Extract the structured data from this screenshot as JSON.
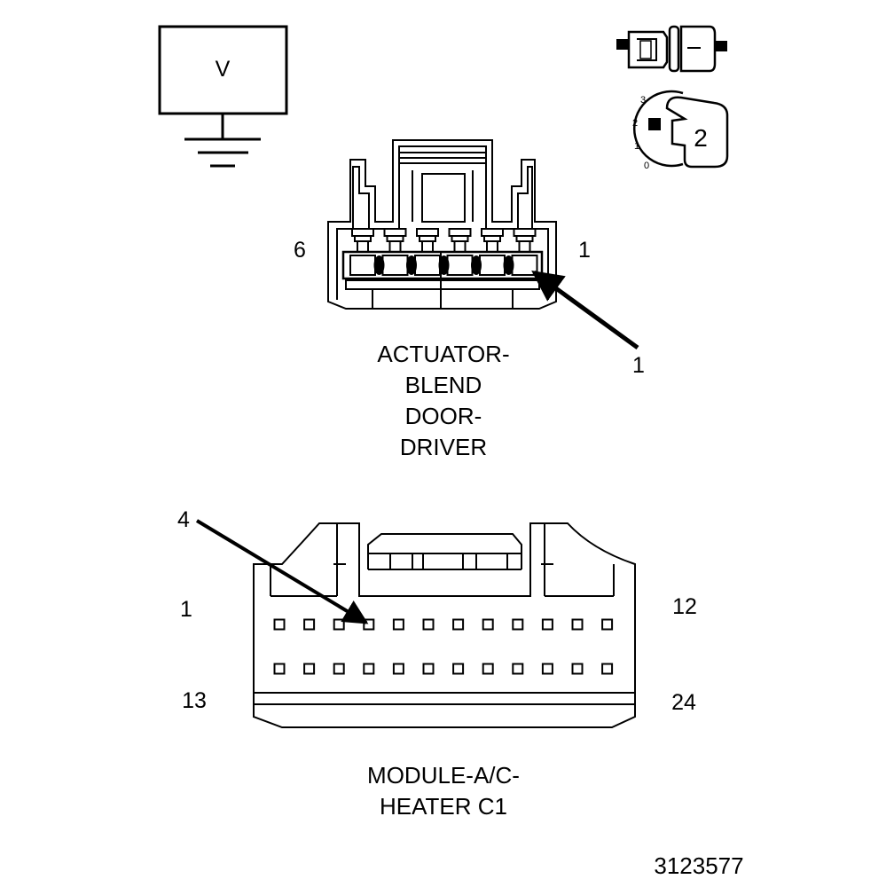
{
  "meter": {
    "symbol": "V"
  },
  "switch": {
    "positions": [
      "3",
      "2",
      "1",
      "0"
    ],
    "selected": "2"
  },
  "actuator": {
    "pin_left": "6",
    "pin_right": "1",
    "callout": "1",
    "caption": [
      "ACTUATOR-",
      "BLEND",
      "DOOR-",
      "DRIVER"
    ]
  },
  "module": {
    "pin_top_left": "1",
    "pin_top_right": "12",
    "pin_bottom_left": "13",
    "pin_bottom_right": "24",
    "callout": "4",
    "caption": [
      "MODULE-A/C-",
      "HEATER C1"
    ]
  },
  "figure_id": "3123577"
}
